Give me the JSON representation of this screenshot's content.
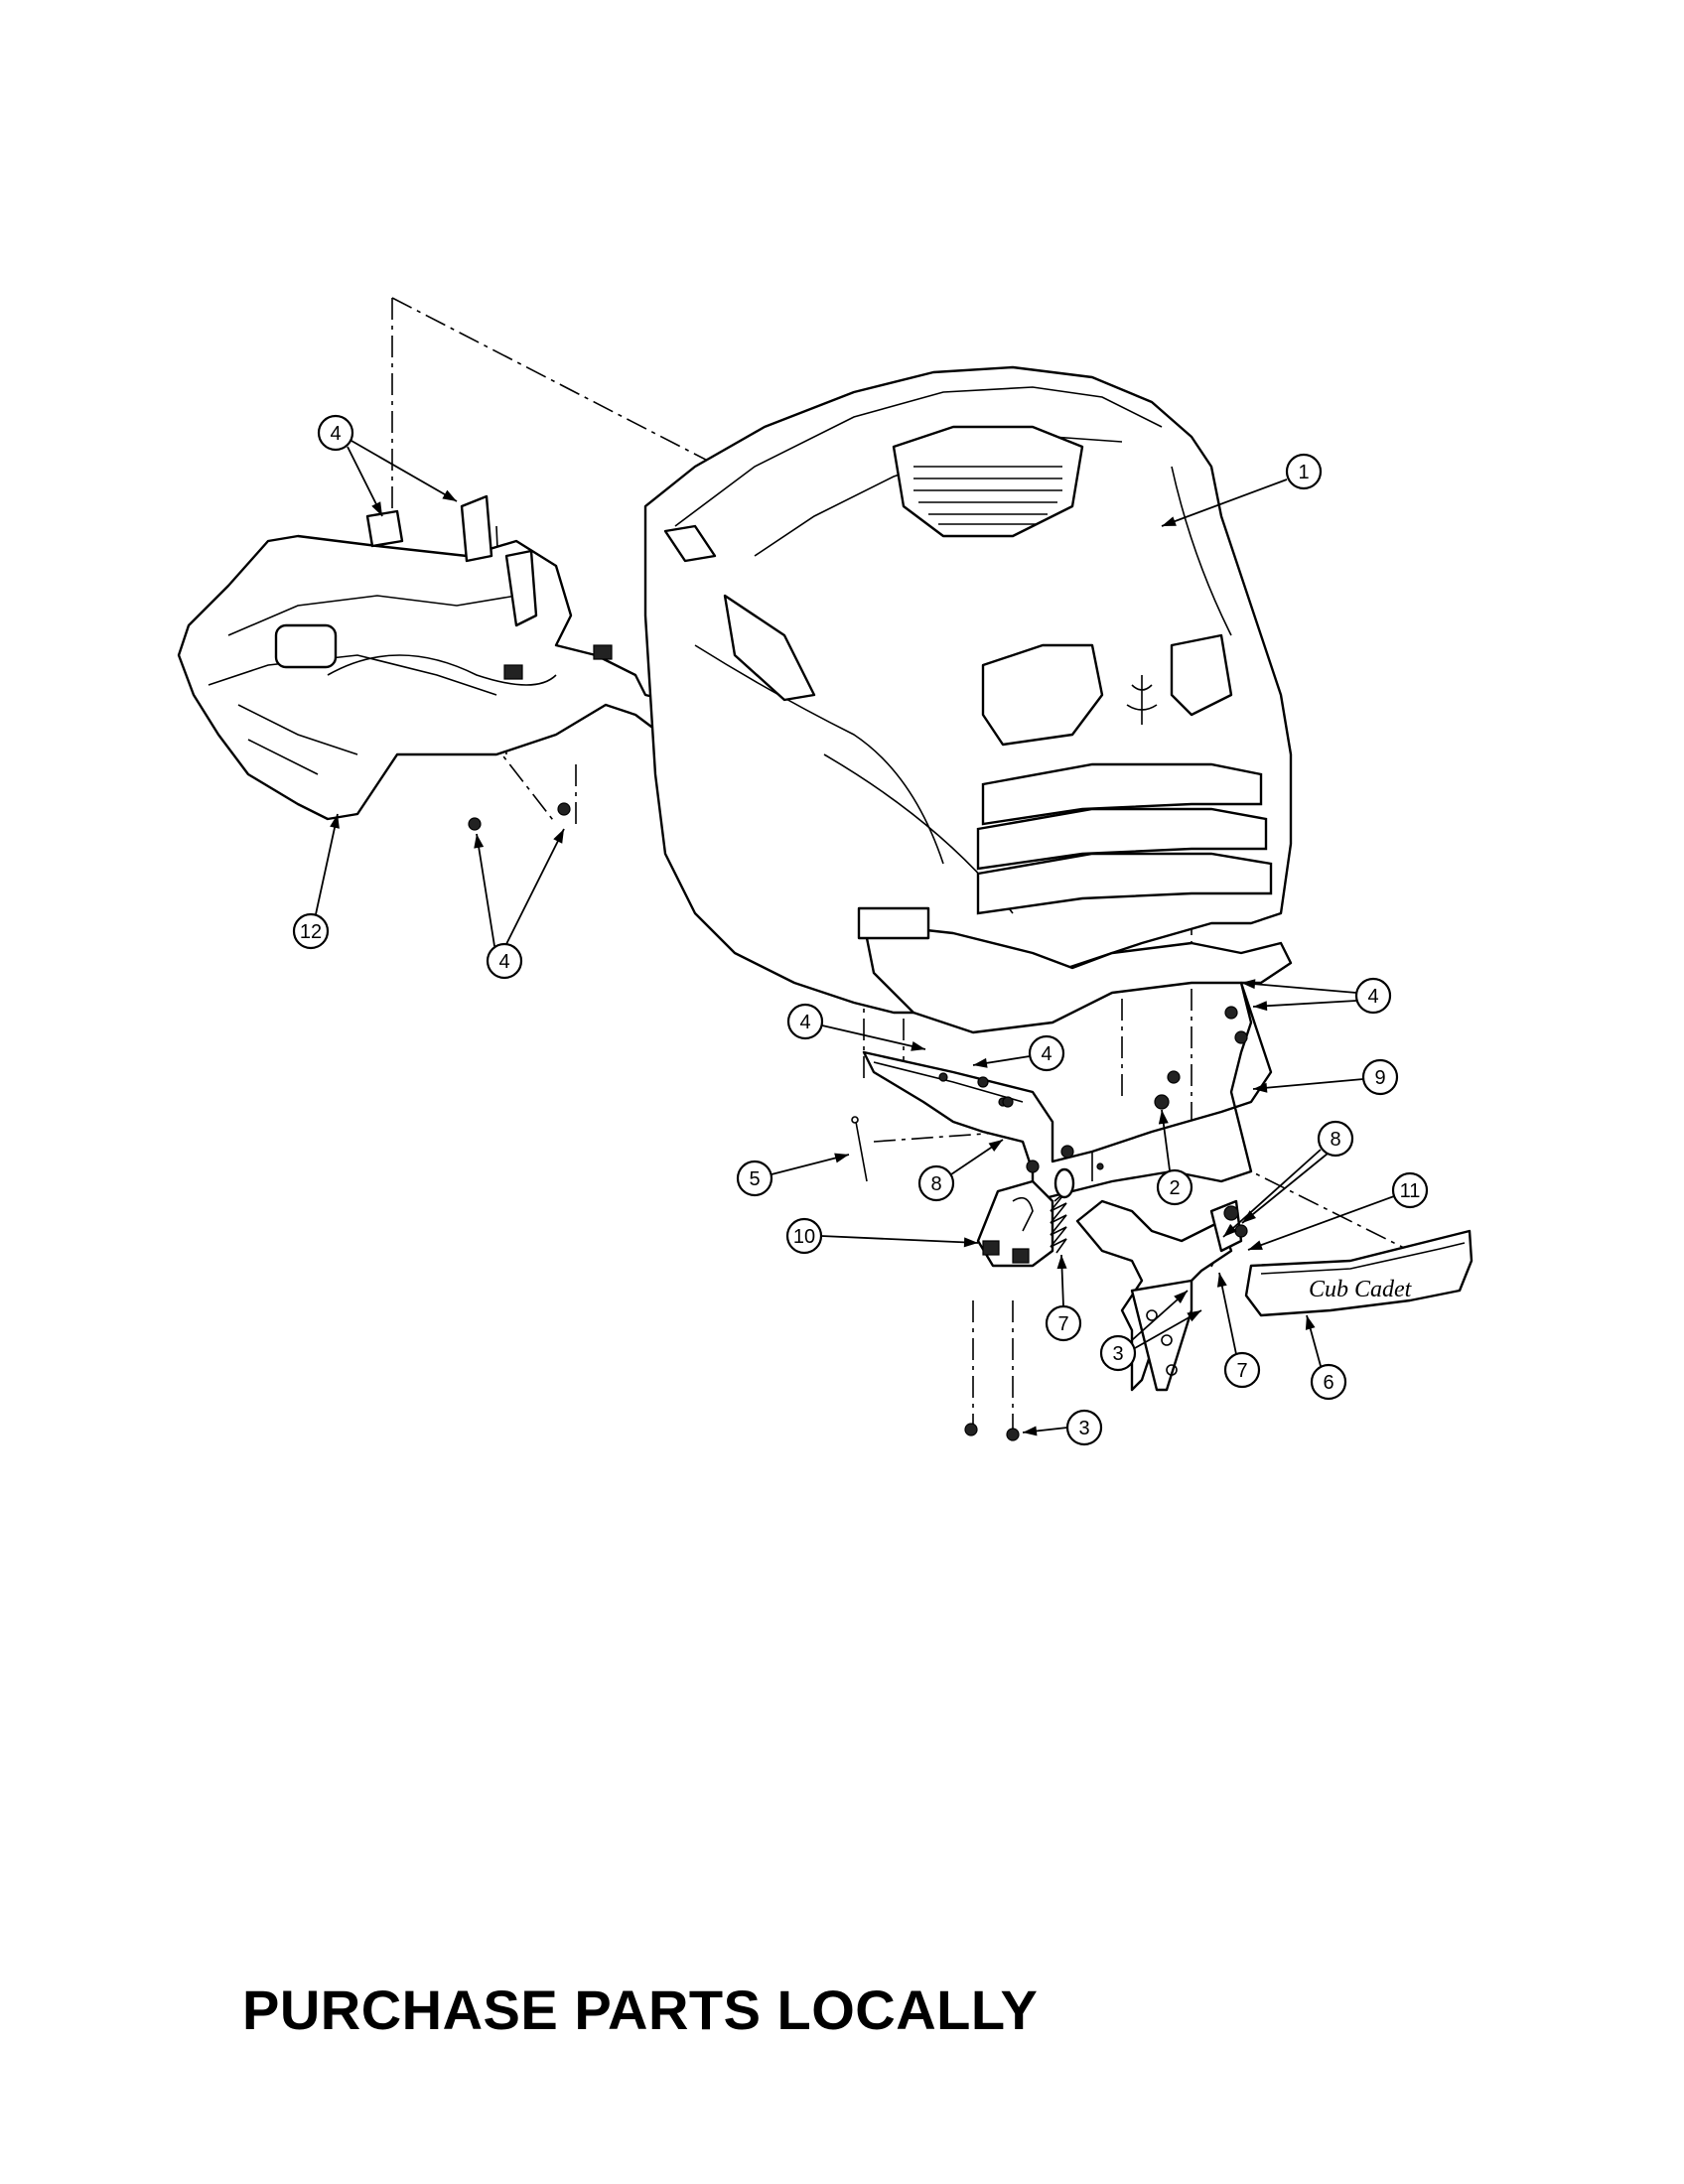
{
  "diagram": {
    "callouts": [
      {
        "id": "c1",
        "label": "1"
      },
      {
        "id": "c2",
        "label": "2"
      },
      {
        "id": "c3a",
        "label": "3"
      },
      {
        "id": "c3b",
        "label": "3"
      },
      {
        "id": "c4a",
        "label": "4"
      },
      {
        "id": "c4b",
        "label": "4"
      },
      {
        "id": "c4c",
        "label": "4"
      },
      {
        "id": "c4d",
        "label": "4"
      },
      {
        "id": "c4e",
        "label": "4"
      },
      {
        "id": "c5",
        "label": "5"
      },
      {
        "id": "c6",
        "label": "6"
      },
      {
        "id": "c7a",
        "label": "7"
      },
      {
        "id": "c7b",
        "label": "7"
      },
      {
        "id": "c8a",
        "label": "8"
      },
      {
        "id": "c8b",
        "label": "8"
      },
      {
        "id": "c9",
        "label": "9"
      },
      {
        "id": "c10",
        "label": "10"
      },
      {
        "id": "c11",
        "label": "11"
      },
      {
        "id": "c12",
        "label": "12"
      }
    ],
    "badge_text": "Cub Cadet"
  },
  "footer": {
    "caption": "PURCHASE PARTS LOCALLY"
  }
}
